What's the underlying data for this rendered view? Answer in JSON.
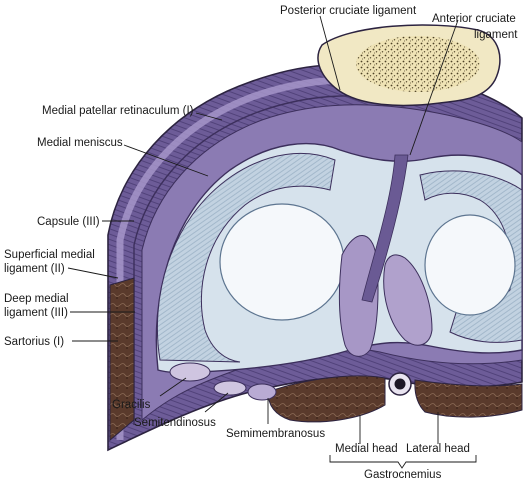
{
  "labels": {
    "posterior_cruciate": "Posterior cruciate ligament",
    "anterior_cruciate_line1": "Anterior cruciate",
    "anterior_cruciate_line2": "ligament",
    "medial_patellar_retinaculum": "Medial patellar retinaculum (I)",
    "medial_meniscus": "Medial meniscus",
    "capsule": "Capsule (III)",
    "superficial_medial_line1": "Superficial medial",
    "superficial_medial_line2": "ligament (II)",
    "deep_medial_line1": "Deep medial",
    "deep_medial_line2": "ligament (III)",
    "sartorius": "Sartorius (I)",
    "gracilis": "Gracilis",
    "semitendinosus": "Semitendinosus",
    "semimembranosus": "Semimembranosus",
    "medial_head": "Medial head",
    "lateral_head": "Lateral head",
    "gastrocnemius": "Gastrocnemius"
  },
  "colors": {
    "outer_purple": "#5b4a86",
    "mid_purple": "#7b6aa3",
    "light_purple": "#a99bc9",
    "cartilage_blue": "#c9d8e6",
    "plateau_white": "#f4f7fa",
    "bone_cream": "#f2e9c4",
    "bone_speckle": "#5a4e2e",
    "muscle_brown": "#5a3a2c"
  }
}
